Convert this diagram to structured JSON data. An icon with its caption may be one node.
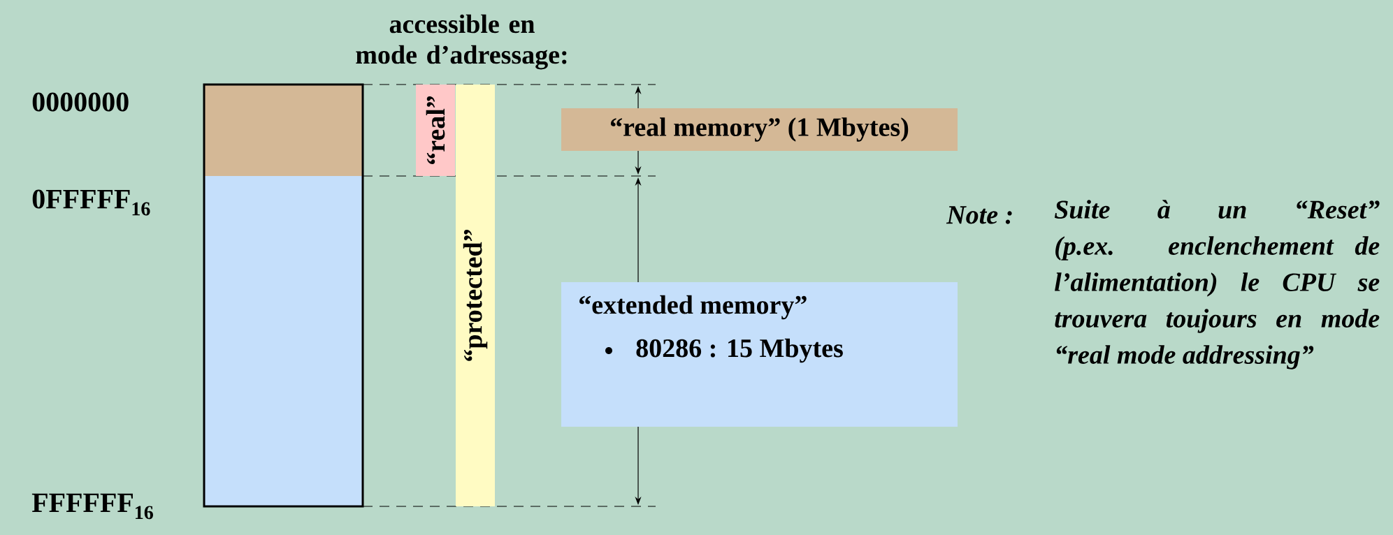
{
  "diagram": {
    "nodes": [
      {
        "text": [
          "“real”"
        ]
      },
      {
        "text": [
          "“protected”"
        ]
      },
      {
        "text": [
          "“real memory” (1 Mbytes)"
        ]
      },
      {
        "text": [
          "“extended memory”",
          "80286 : 15 Mbytes"
        ]
      }
    ],
    "labels": [
      "accessible en mode d’adressage:",
      "0000000",
      "0FFFFF$_{16}$",
      "FFFFFF$_{16}$",
      "Note :",
      "Suite à un “Reset” (p.ex. enclenchement de l’alimentation) le CPU se trouvera toujours en mode “real mode addressing”"
    ]
  }
}
